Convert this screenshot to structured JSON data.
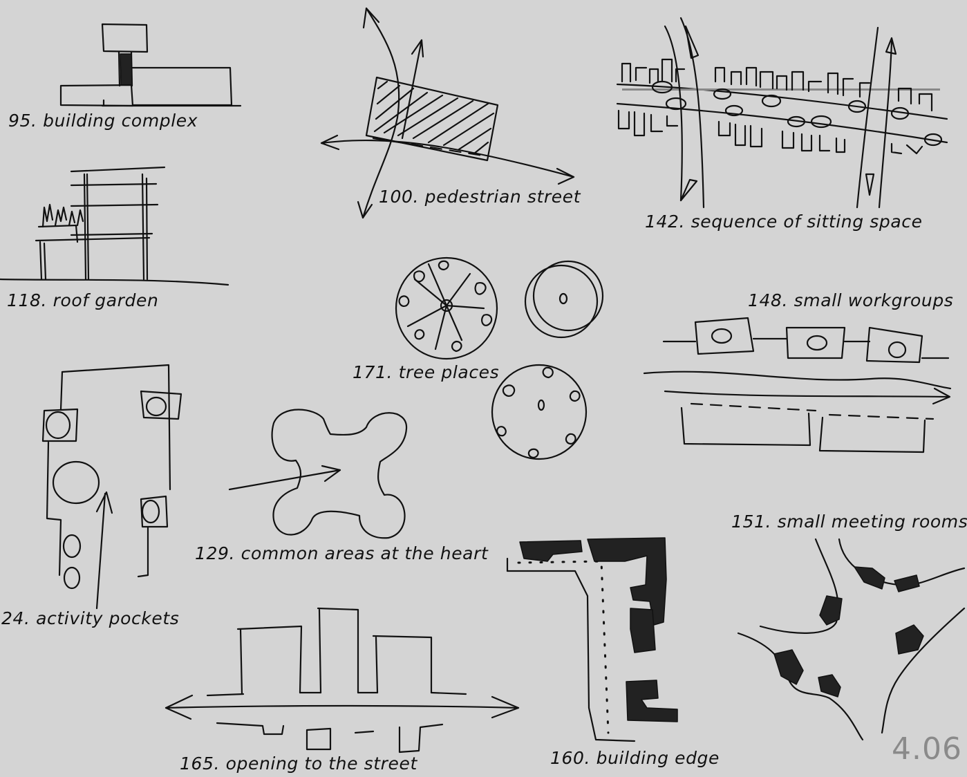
{
  "patterns": [
    {
      "id": "p95",
      "label": "95. building complex",
      "icon": "building-complex-sketch"
    },
    {
      "id": "p100",
      "label": "100. pedestrian street",
      "icon": "pedestrian-street-sketch"
    },
    {
      "id": "p142",
      "label": "142. sequence of sitting space",
      "icon": "sitting-space-sketch"
    },
    {
      "id": "p118",
      "label": "118. roof garden",
      "icon": "roof-garden-sketch"
    },
    {
      "id": "p148",
      "label": "148. small workgroups",
      "icon": "small-workgroups-sketch"
    },
    {
      "id": "p171",
      "label": "171. tree places",
      "icon": "tree-places-sketch"
    },
    {
      "id": "p24",
      "label": "24. activity pockets",
      "icon": "activity-pockets-sketch"
    },
    {
      "id": "p129",
      "label": "129. common areas at the heart",
      "icon": "common-areas-sketch"
    },
    {
      "id": "p151",
      "label": "151. small meeting rooms",
      "icon": "small-meeting-rooms-sketch"
    },
    {
      "id": "p165",
      "label": "165. opening to the street",
      "icon": "opening-to-street-sketch"
    },
    {
      "id": "p160",
      "label": "160. building edge",
      "icon": "building-edge-sketch"
    }
  ],
  "page_number": "4.06",
  "colors": {
    "background": "#d4d4d4",
    "ink": "#111111",
    "page_number": "#8a8a8a"
  }
}
